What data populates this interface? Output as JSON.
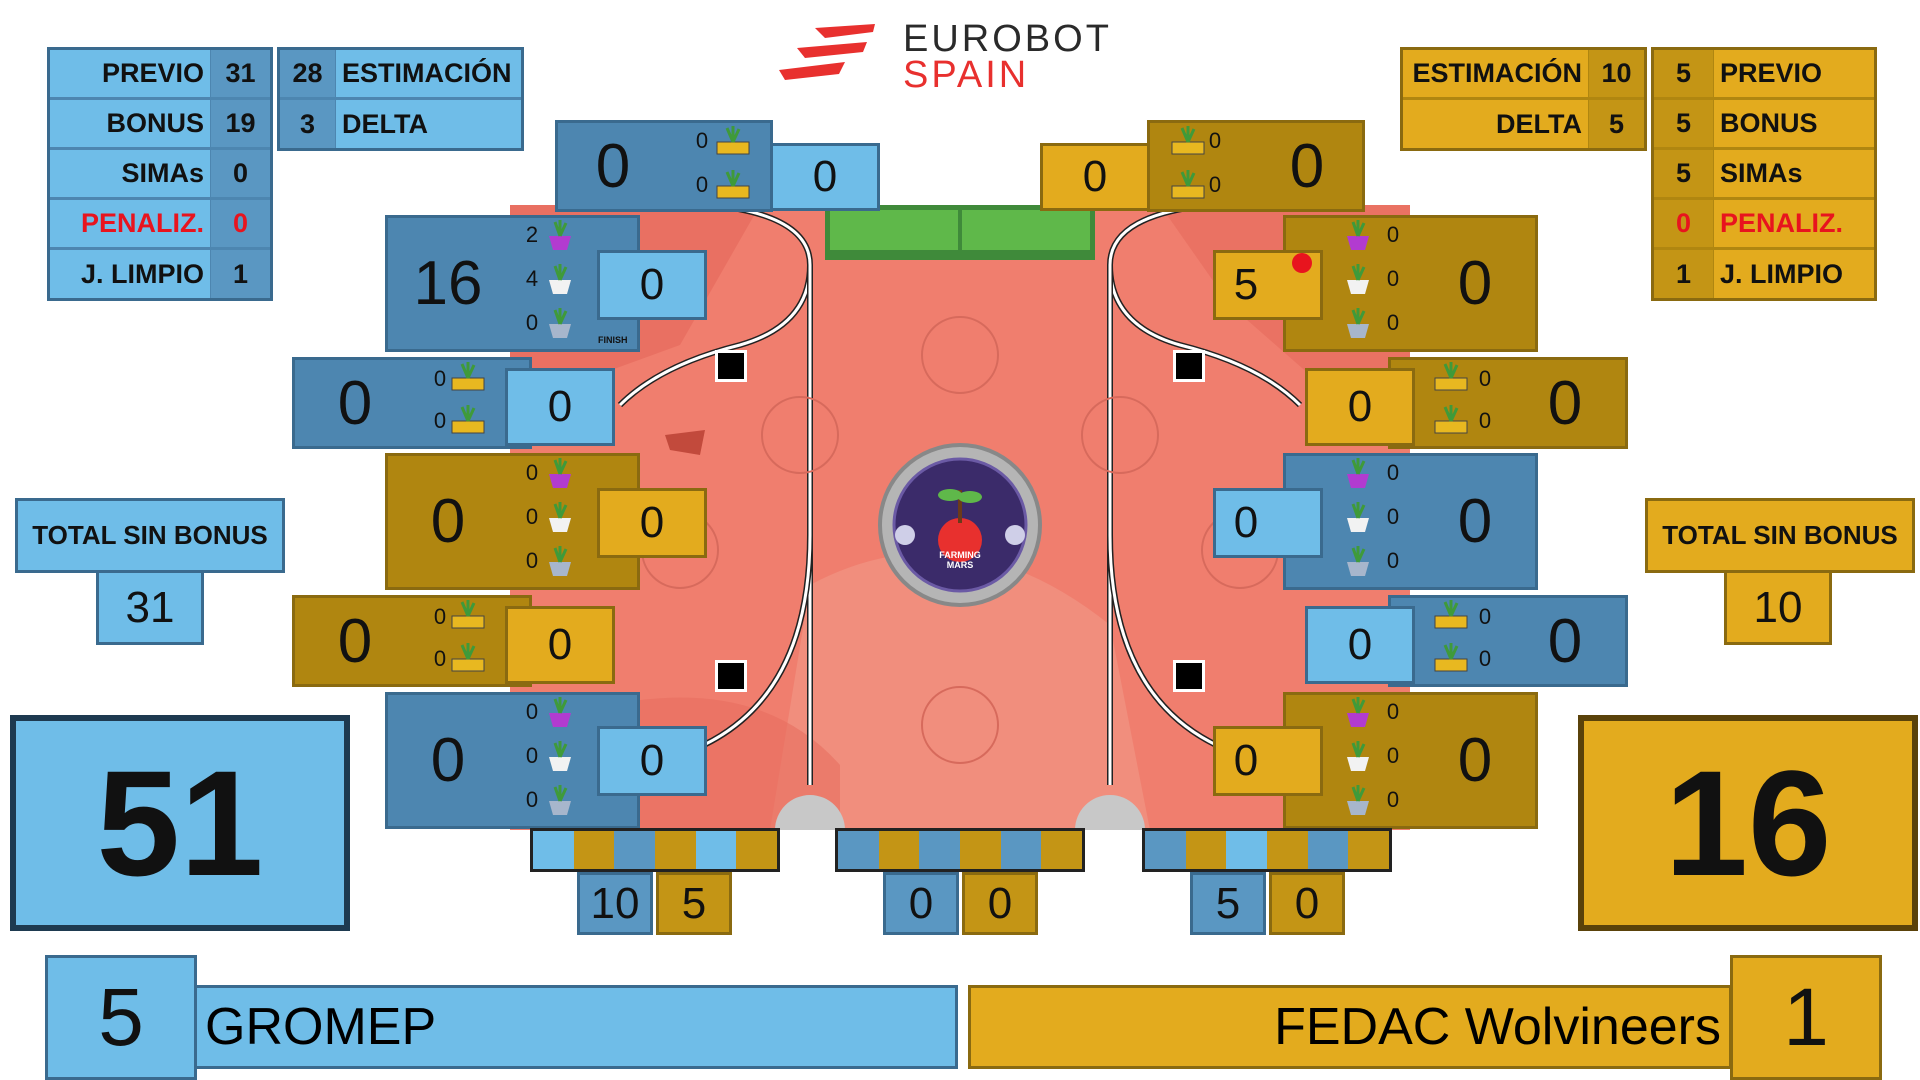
{
  "logo": {
    "line1": "EUROBOT",
    "line2": "SPAIN"
  },
  "left_stats": {
    "previo_label": "PREVIO",
    "previo": "31",
    "estim": "28",
    "estim_label": "ESTIMACIÓN",
    "bonus_label": "BONUS",
    "bonus": "19",
    "delta": "3",
    "delta_label": "DELTA",
    "simas_label": "SIMAs",
    "simas": "0",
    "penaliz_label": "PENALIZ.",
    "penaliz": "0",
    "jlimpio_label": "J. LIMPIO",
    "jlimpio": "1"
  },
  "right_stats": {
    "estim_label": "ESTIMACIÓN",
    "estim": "10",
    "previo": "5",
    "previo_label": "PREVIO",
    "delta_label": "DELTA",
    "delta": "5",
    "bonus": "5",
    "bonus_label": "BONUS",
    "simas": "5",
    "simas_label": "SIMAs",
    "penaliz": "0",
    "penaliz_label": "PENALIZ.",
    "jlimpio": "1",
    "jlimpio_label": "J. LIMPIO"
  },
  "left_total": {
    "label": "TOTAL SIN BONUS",
    "value": "31"
  },
  "right_total": {
    "label": "TOTAL SIN BONUS",
    "value": "10"
  },
  "left_score": "51",
  "right_score": "16",
  "left_team": {
    "rank": "5",
    "name": "GROMEP"
  },
  "right_team": {
    "rank": "1",
    "name": "FEDAC Wolvineers"
  },
  "top_left_zone": {
    "main": "0",
    "a": "0",
    "b": "0",
    "side": "0"
  },
  "top_right_zone": {
    "main": "0",
    "a": "0",
    "b": "0",
    "side": "0"
  },
  "left_zones": [
    {
      "main": "16",
      "c1": "2",
      "c2": "4",
      "c3": "0",
      "side": "0",
      "badge": "FINISH"
    },
    {
      "main": "0",
      "c1": "0",
      "c2": "0",
      "side": "0"
    },
    {
      "main": "0",
      "c1": "0",
      "c2": "0",
      "c3": "0",
      "side": "0"
    },
    {
      "main": "0",
      "c1": "0",
      "c2": "0",
      "side": "0"
    },
    {
      "main": "0",
      "c1": "0",
      "c2": "0",
      "c3": "0",
      "side": "0"
    }
  ],
  "right_zones": [
    {
      "main": "0",
      "c1": "0",
      "c2": "0",
      "c3": "0",
      "side": "5"
    },
    {
      "main": "0",
      "c1": "0",
      "c2": "0",
      "side": "0"
    },
    {
      "main": "0",
      "c1": "0",
      "c2": "0",
      "c3": "0",
      "side": "0"
    },
    {
      "main": "0",
      "c1": "0",
      "c2": "0",
      "side": "0"
    },
    {
      "main": "0",
      "c1": "0",
      "c2": "0",
      "c3": "0",
      "side": "0"
    }
  ],
  "solar": [
    {
      "blue": "10",
      "yellow": "5"
    },
    {
      "blue": "0",
      "yellow": "0"
    },
    {
      "blue": "5",
      "yellow": "0"
    }
  ],
  "field": {
    "badge_title": "FARMING MARS"
  },
  "colors": {
    "blue": "#6fbde8",
    "yellow": "#e3ab1e",
    "red": "#e8141e",
    "field": "#f07e6e"
  },
  "icons": [
    "plant-pot-icon",
    "solar-panel-icon",
    "ladybug-icon",
    "finish-flag-icon"
  ]
}
